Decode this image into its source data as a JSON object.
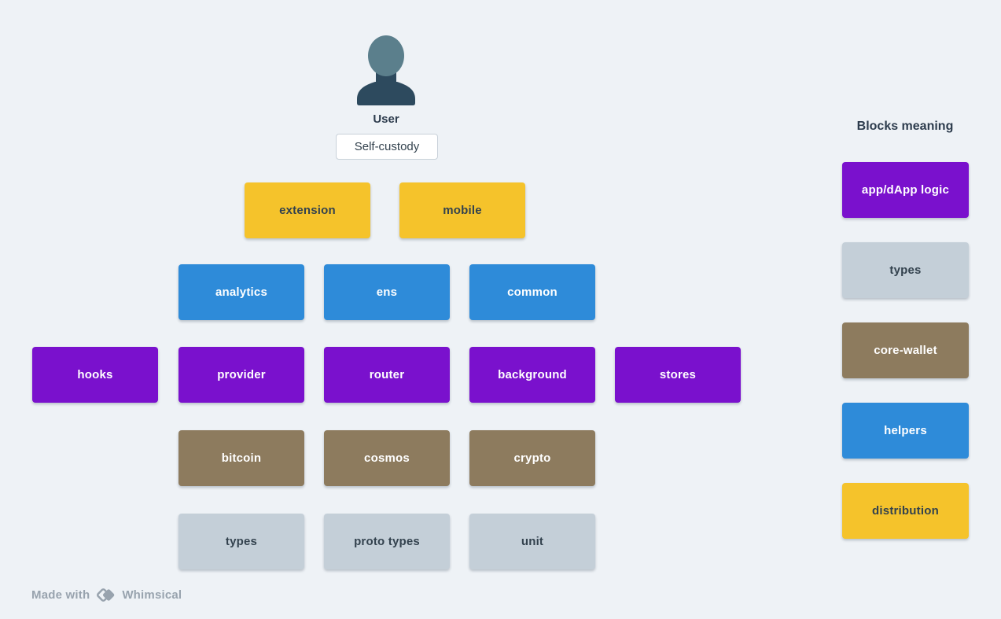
{
  "colors": {
    "canvas_bg": "#eef2f6",
    "yellow": "#f5c32b",
    "blue": "#2e8bd9",
    "purple": "#7a11cd",
    "brown": "#8d7b5e",
    "gray": "#c4cfd8",
    "dark_text": "#33424e",
    "heading_text": "#2d3c4d",
    "watermark": "#98a3ae",
    "badge_border": "#c8d1d9",
    "icon_head": "#5b7f8c",
    "icon_body": "#2d4a5e"
  },
  "user": {
    "label": "User",
    "badge": "Self-custody"
  },
  "diagram": {
    "rows": [
      {
        "color": "yellow",
        "items": [
          "extension",
          "mobile"
        ]
      },
      {
        "color": "blue",
        "items": [
          "analytics",
          "ens",
          "common"
        ]
      },
      {
        "color": "purple",
        "items": [
          "hooks",
          "provider",
          "router",
          "background",
          "stores"
        ]
      },
      {
        "color": "brown",
        "items": [
          "bitcoin",
          "cosmos",
          "crypto"
        ]
      },
      {
        "color": "gray",
        "items": [
          "types",
          "proto types",
          "unit"
        ]
      }
    ]
  },
  "legend": {
    "title": "Blocks meaning",
    "items": [
      {
        "label": "app/dApp logic",
        "color": "purple"
      },
      {
        "label": "types",
        "color": "gray"
      },
      {
        "label": "core-wallet",
        "color": "brown"
      },
      {
        "label": "helpers",
        "color": "blue"
      },
      {
        "label": "distribution",
        "color": "yellow"
      }
    ]
  },
  "watermark": {
    "prefix": "Made with",
    "brand": "Whimsical"
  }
}
